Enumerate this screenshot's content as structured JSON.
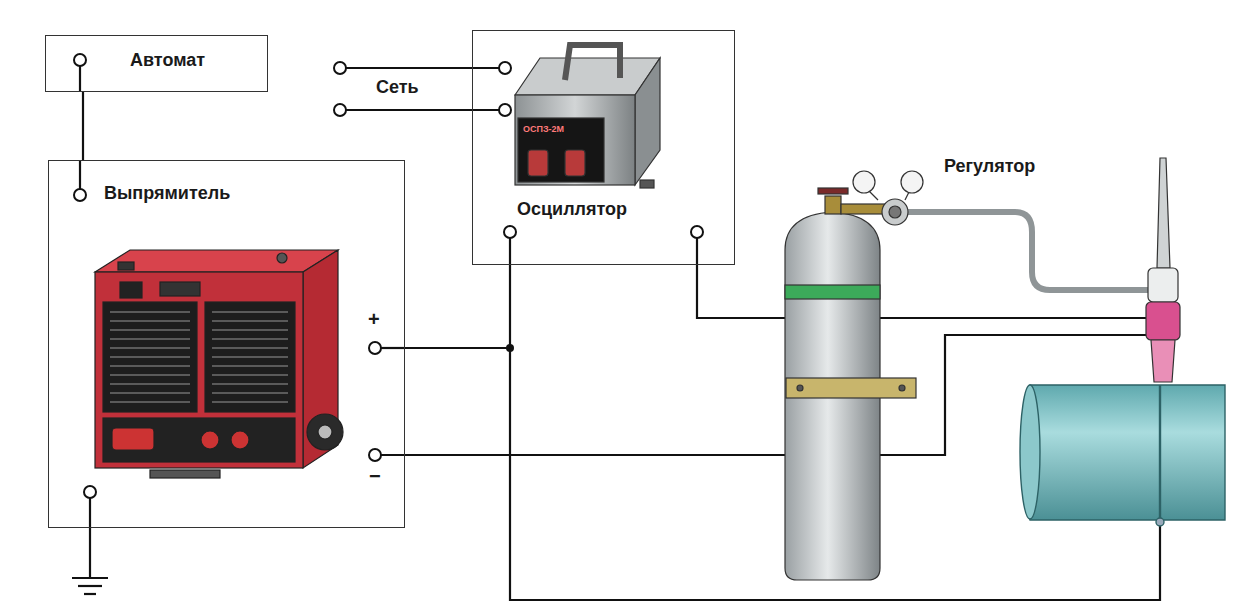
{
  "diagram": {
    "nodes": [
      {
        "text": [
          "Автомат"
        ]
      },
      {
        "text": [
          "Выпрямитель"
        ]
      },
      {
        "text": [
          "Осциллятор"
        ]
      }
    ],
    "edges": [
      {
        "from": 0,
        "to": 1,
        "arrow": "none"
      },
      {
        "from": 1,
        "to": 2,
        "arrow": "none"
      }
    ],
    "labels": [
      "Сеть",
      "Регулятор",
      "+",
      "−",
      "ОСПЗ-2М"
    ]
  }
}
